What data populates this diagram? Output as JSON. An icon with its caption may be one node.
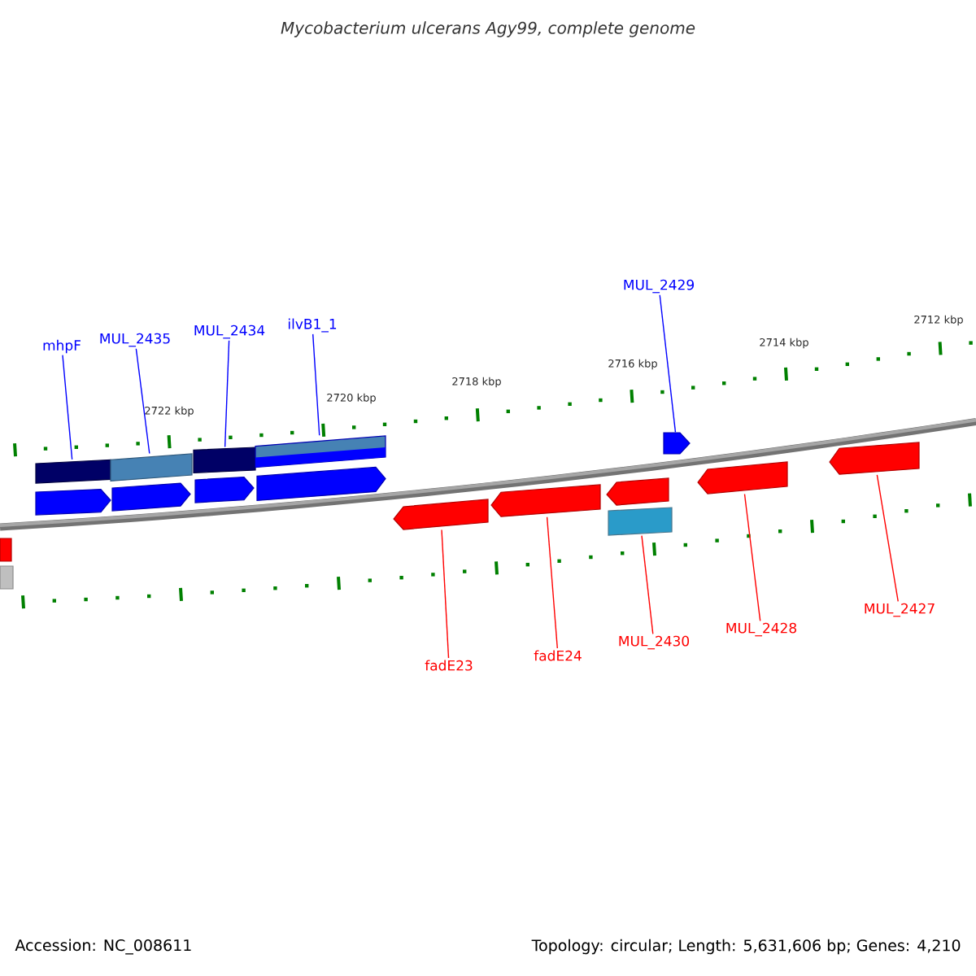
{
  "diagram": {
    "title": "Mycobacterium ulcerans Agy99, complete genome",
    "nodes": [
      {
        "text": [
          "mhpF"
        ]
      },
      {
        "text": [
          "MUL_2435"
        ]
      },
      {
        "text": [
          "MUL_2434"
        ]
      },
      {
        "text": [
          "ilvB1_1"
        ]
      },
      {
        "text": [
          "MUL_2429"
        ]
      },
      {
        "text": [
          "fadE23"
        ]
      },
      {
        "text": [
          "fadE24"
        ]
      },
      {
        "text": [
          "MUL_2430"
        ]
      },
      {
        "text": [
          "MUL_2428"
        ]
      },
      {
        "text": [
          "MUL_2427"
        ]
      },
      {
        "text": [],
        "shape": "bar"
      },
      {
        "text": [],
        "shape": "bar"
      },
      {
        "text": [],
        "shape": "bar"
      },
      {
        "text": [],
        "shape": "arrow"
      },
      {
        "text": [],
        "shape": "bar"
      },
      {
        "text": [],
        "shape": "arrow"
      },
      {
        "text": [],
        "shape": "bar"
      },
      {
        "text": [],
        "shape": "arrow"
      },
      {
        "text": [],
        "shape": "bar"
      },
      {
        "text": [],
        "shape": "arrow"
      },
      {
        "text": [],
        "shape": "arrow"
      },
      {
        "text": [],
        "shape": "arrow"
      },
      {
        "text": [],
        "shape": "arrow"
      },
      {
        "text": [],
        "shape": "bar"
      },
      {
        "text": [],
        "shape": "arrow"
      },
      {
        "text": [],
        "shape": "arrow"
      },
      {
        "text": [],
        "shape": "arrow"
      }
    ],
    "edges": [
      {
        "from": 0,
        "to": 12,
        "arrow": "none",
        "color": "#0000ff"
      },
      {
        "from": 1,
        "to": 14,
        "arrow": "none",
        "color": "#0000ff"
      },
      {
        "from": 2,
        "to": 16,
        "arrow": "none",
        "color": "#0000ff"
      },
      {
        "from": 3,
        "to": 18,
        "arrow": "none",
        "color": "#0000ff"
      },
      {
        "from": 4,
        "to": 24,
        "arrow": "none",
        "color": "#0000ff"
      },
      {
        "from": 5,
        "to": 20,
        "arrow": "none",
        "color": "#ff0000"
      },
      {
        "from": 6,
        "to": 21,
        "arrow": "none",
        "color": "#ff0000"
      },
      {
        "from": 7,
        "to": 23,
        "arrow": "none",
        "color": "#ff0000"
      },
      {
        "from": 8,
        "to": 25,
        "arrow": "none",
        "color": "#ff0000"
      },
      {
        "from": 9,
        "to": 26,
        "arrow": "none",
        "color": "#ff0000"
      }
    ],
    "labels": [
      "2722 kbp",
      "2720 kbp",
      "2718 kbp",
      "2716 kbp",
      "2714 kbp",
      "2712 kbp",
      "Accession: NC_008611",
      "Topology: circular; Length: 5,631,606 bp; Genes: 4,210"
    ]
  }
}
